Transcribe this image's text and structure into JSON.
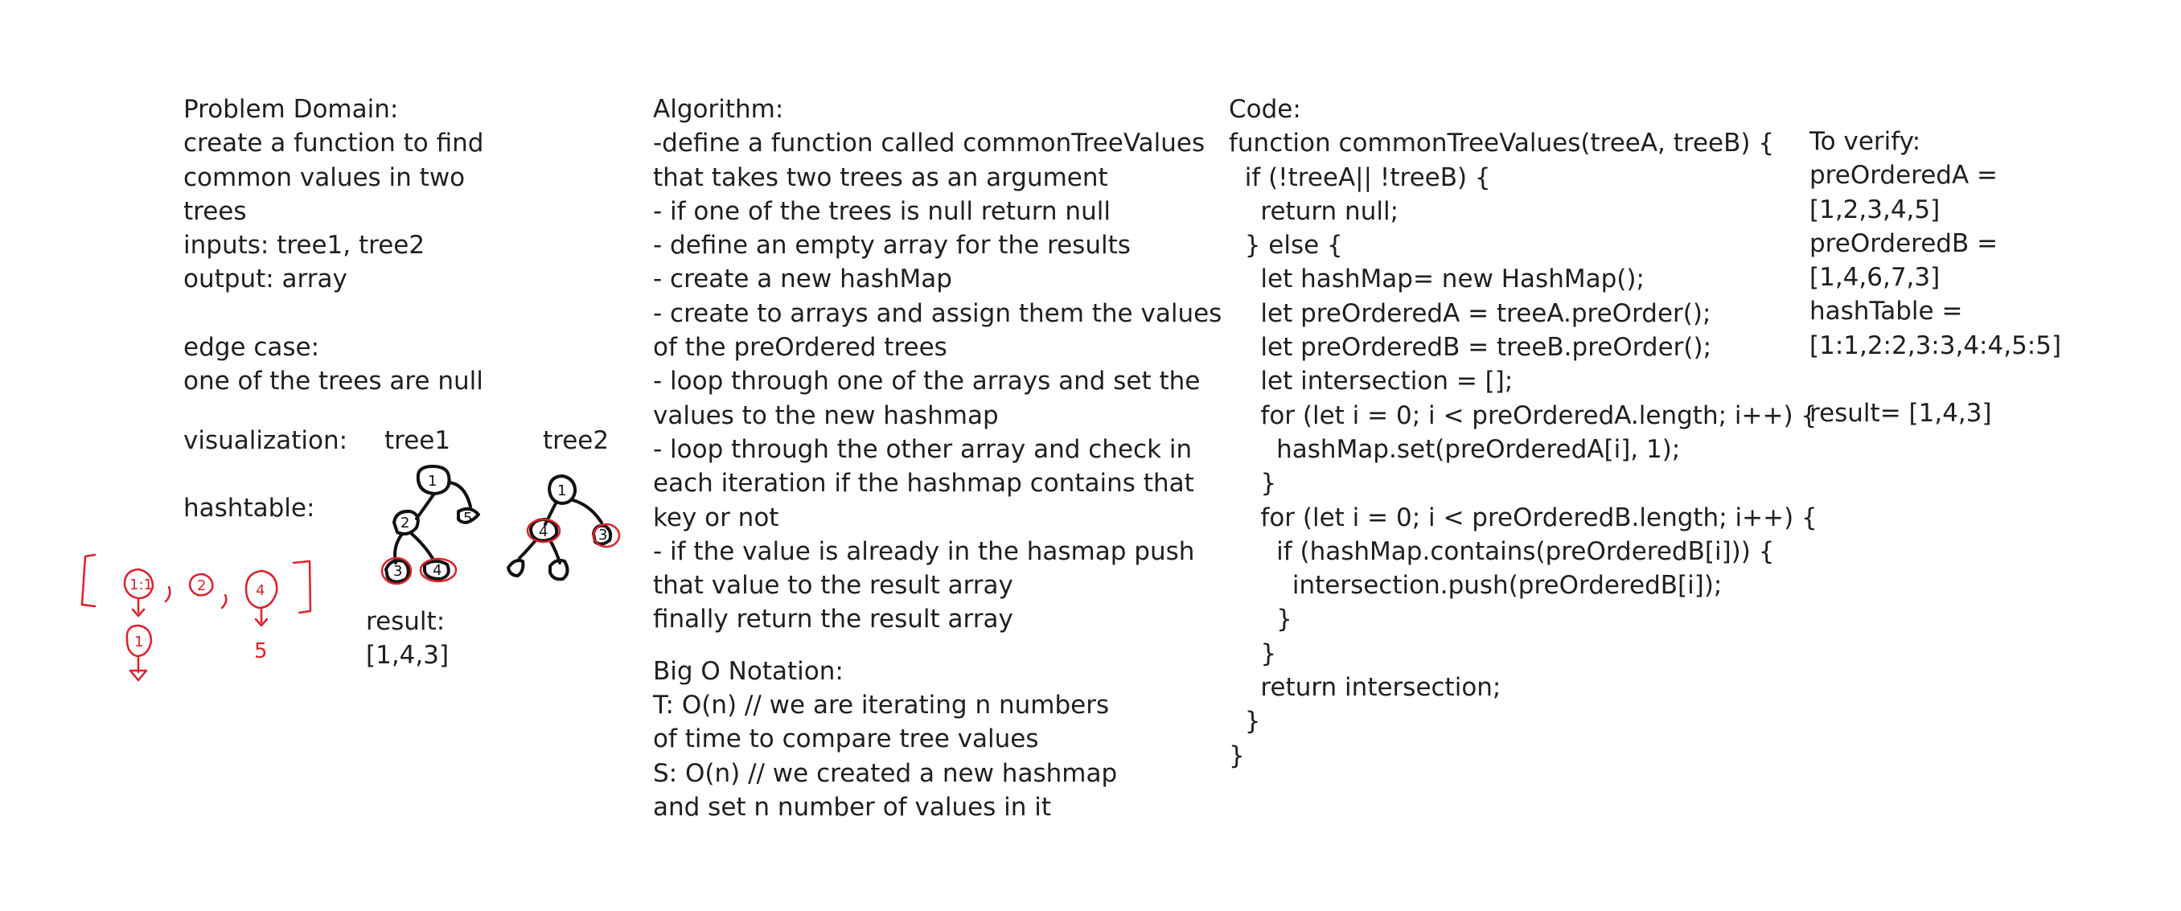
{
  "problem": {
    "lines": [
      "Problem Domain:",
      "create a function to find",
      "common values in two",
      "trees",
      "inputs: tree1, tree2",
      "output: array"
    ],
    "edge_title": "edge case:",
    "edge_text": "one of the trees are null",
    "visualization_label": "visualization:",
    "hashtable_label": "hashtable:",
    "result_label": "result:",
    "result_value": "[1,4,3]"
  },
  "visual": {
    "tree1_label": "tree1",
    "tree2_label": "tree2",
    "tree1_nodes": [
      "1",
      "5",
      "2",
      "3",
      "4"
    ],
    "tree2_nodes": [
      "1",
      "4",
      "3"
    ],
    "hash_keys": [
      "1:1",
      "2",
      "4"
    ],
    "hash_chain": [
      "1",
      "5"
    ],
    "ink_color": "#111111",
    "annotation_color": "#e0202a"
  },
  "algorithm": {
    "lines": [
      "Algorithm:",
      "-define a function called commonTreeValues",
      "that takes two trees as an argument",
      "- if one of the trees is null return null",
      "- define an empty array for the results",
      "- create a new hashMap",
      "- create to arrays and assign them the values",
      "of the preOrdered trees",
      "- loop through one of the arrays and set the",
      "values to the new hashmap",
      "- loop through the other array and check in",
      "each iteration if the hashmap contains that",
      "key or not",
      "- if the value is already in the hasmap push",
      "that value to the result array",
      "finally return the result array"
    ],
    "bigo_lines": [
      "Big O Notation:",
      "T: O(n) // we are iterating n numbers",
      "of time to compare tree values",
      "S: O(n) // we created a new hashmap",
      "and set n number of values in it"
    ]
  },
  "code": {
    "lines": [
      "Code:",
      "function commonTreeValues(treeA, treeB) {",
      "  if (!treeA|| !treeB) {",
      "    return null;",
      "  } else {",
      "    let hashMap= new HashMap();",
      "    let preOrderedA = treeA.preOrder();",
      "    let preOrderedB = treeB.preOrder();",
      "    let intersection = [];",
      "    for (let i = 0; i < preOrderedA.length; i++) {",
      "      hashMap.set(preOrderedA[i], 1);",
      "    }",
      "    for (let i = 0; i < preOrderedB.length; i++) {",
      "      if (hashMap.contains(preOrderedB[i])) {",
      "        intersection.push(preOrderedB[i]);",
      "      }",
      "    }",
      "    return intersection;",
      "  }",
      "}"
    ]
  },
  "verify": {
    "lines": [
      "To verify:",
      "preOrderedA =",
      "[1,2,3,4,5]",
      "preOrderedB =",
      "[1,4,6,7,3]",
      "hashTable =",
      "[1:1,2:2,3:3,4:4,5:5]",
      "",
      "result= [1,4,3]"
    ]
  }
}
